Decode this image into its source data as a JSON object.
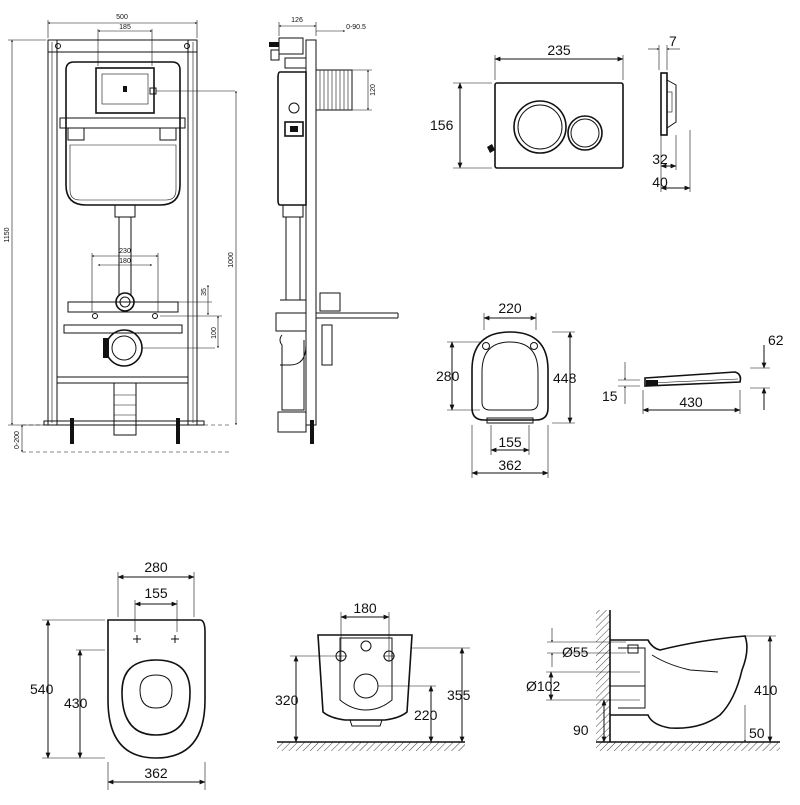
{
  "frame_front": {
    "width": "500",
    "plate_width": "185",
    "height": "1150",
    "pipe_height": "1000",
    "adjust": "0-200",
    "spacing": "230",
    "pipe_spacing": "180",
    "offset": "35",
    "drain_height": "100"
  },
  "frame_side": {
    "depth": "126",
    "depth_adjust": "0-90.5",
    "pan_height": "120"
  },
  "flush_plate": {
    "width": "235",
    "depth": "7",
    "height": "156",
    "button_depth": "32",
    "total_depth": "40"
  },
  "seat_top": {
    "width": "220",
    "length": "448",
    "inner": "280",
    "hinge": "155",
    "base": "362"
  },
  "seat_side": {
    "height": "62",
    "thickness": "15",
    "length": "430"
  },
  "bowl_top": {
    "width": "280",
    "hole_spacing": "155",
    "length": "540",
    "inner_length": "430",
    "base": "362"
  },
  "bowl_front": {
    "bolt_spacing": "180",
    "height_low": "320",
    "height_total": "355",
    "drain": "220"
  },
  "bowl_side": {
    "inlet_dia": "Ø55",
    "outlet_dia": "Ø102",
    "height": "410",
    "outlet_height": "90",
    "offset": "50"
  },
  "colors": {
    "line": "#111111",
    "background": "#ffffff",
    "fill": "#d9d9d9"
  }
}
